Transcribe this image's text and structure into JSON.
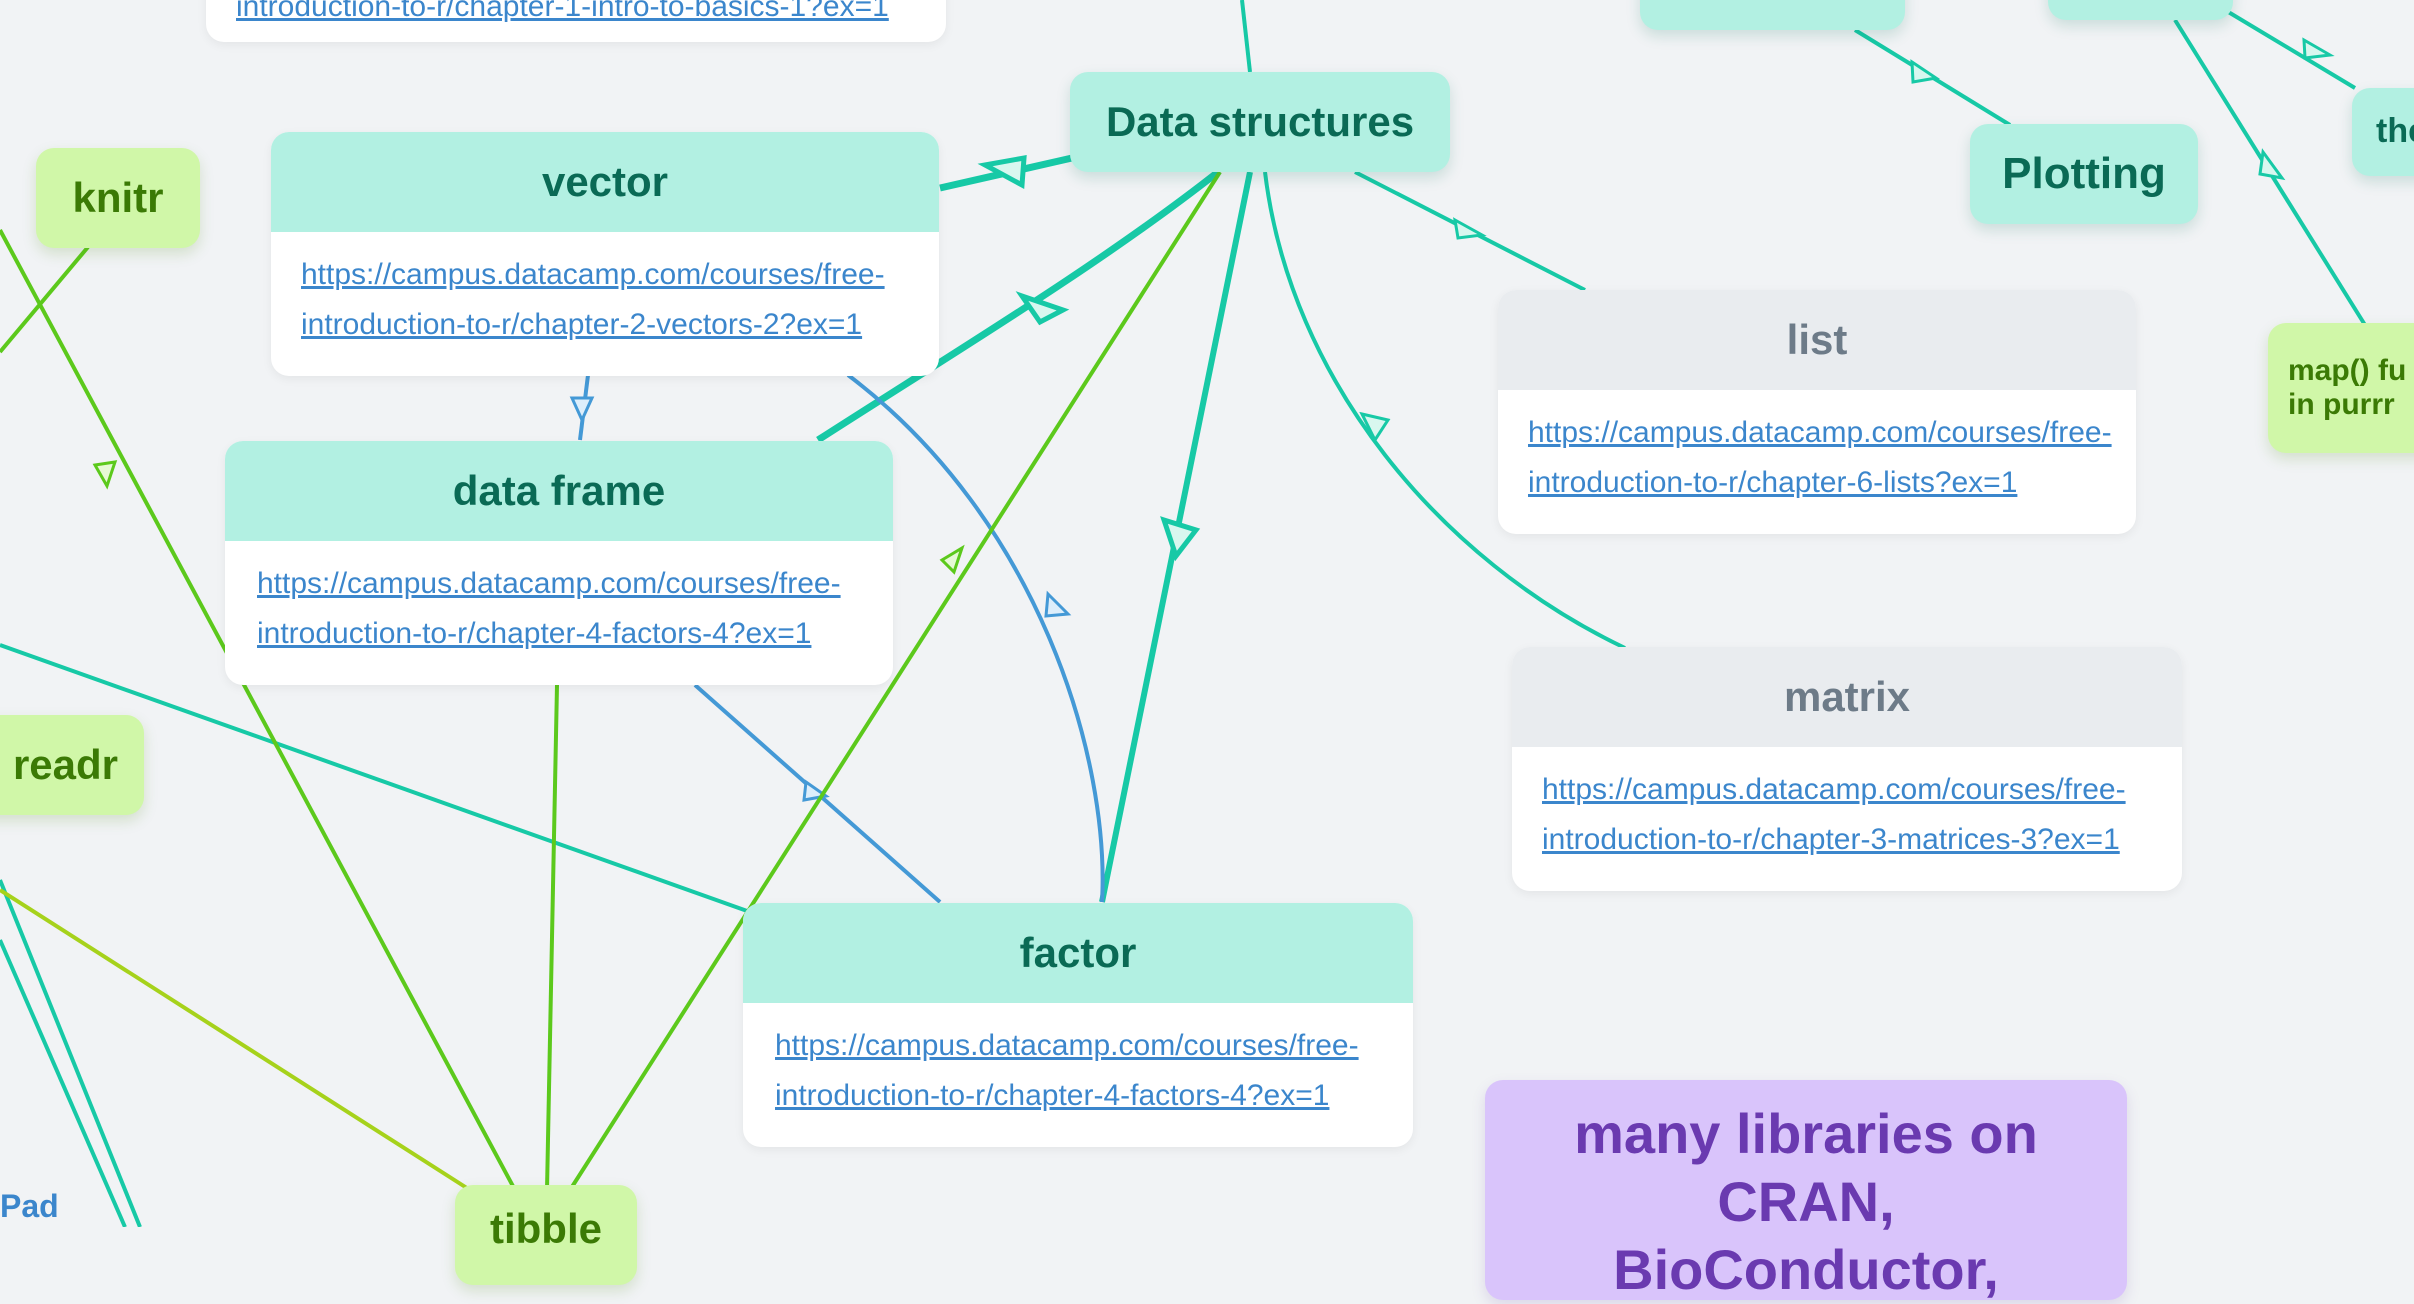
{
  "top_partial_link": "introduction-to-r/chapter-1-intro-to-basics-1?ex=1",
  "hub": "Data structures",
  "plotting": "Plotting",
  "knitr": "knitr",
  "readr": "readr",
  "tibble": "tibble",
  "map_label": "map() fu\nin purrr",
  "partial_right": "the",
  "pad_text": "Pad",
  "libraries_text": "many libraries on CRAN, BioConductor,",
  "cards": {
    "vector": {
      "title": "vector",
      "link": "https://campus.datacamp.com/courses/free-introduction-to-r/chapter-2-vectors-2?ex=1"
    },
    "data_frame": {
      "title": "data frame",
      "link": "https://campus.datacamp.com/courses/free-introduction-to-r/chapter-4-factors-4?ex=1"
    },
    "list": {
      "title": "list",
      "link": "https://campus.datacamp.com/courses/free-introduction-to-r/chapter-6-lists?ex=1"
    },
    "matrix": {
      "title": "matrix",
      "link": "https://campus.datacamp.com/courses/free-introduction-to-r/chapter-3-matrices-3?ex=1"
    },
    "factor": {
      "title": "factor",
      "link": "https://campus.datacamp.com/courses/free-introduction-to-r/chapter-4-factors-4?ex=1"
    }
  },
  "colors": {
    "teal_edge": "#17c9a6",
    "green_edge": "#5cc91c",
    "blue_edge": "#4499d6",
    "yellow_green_edge": "#a6d21b"
  }
}
